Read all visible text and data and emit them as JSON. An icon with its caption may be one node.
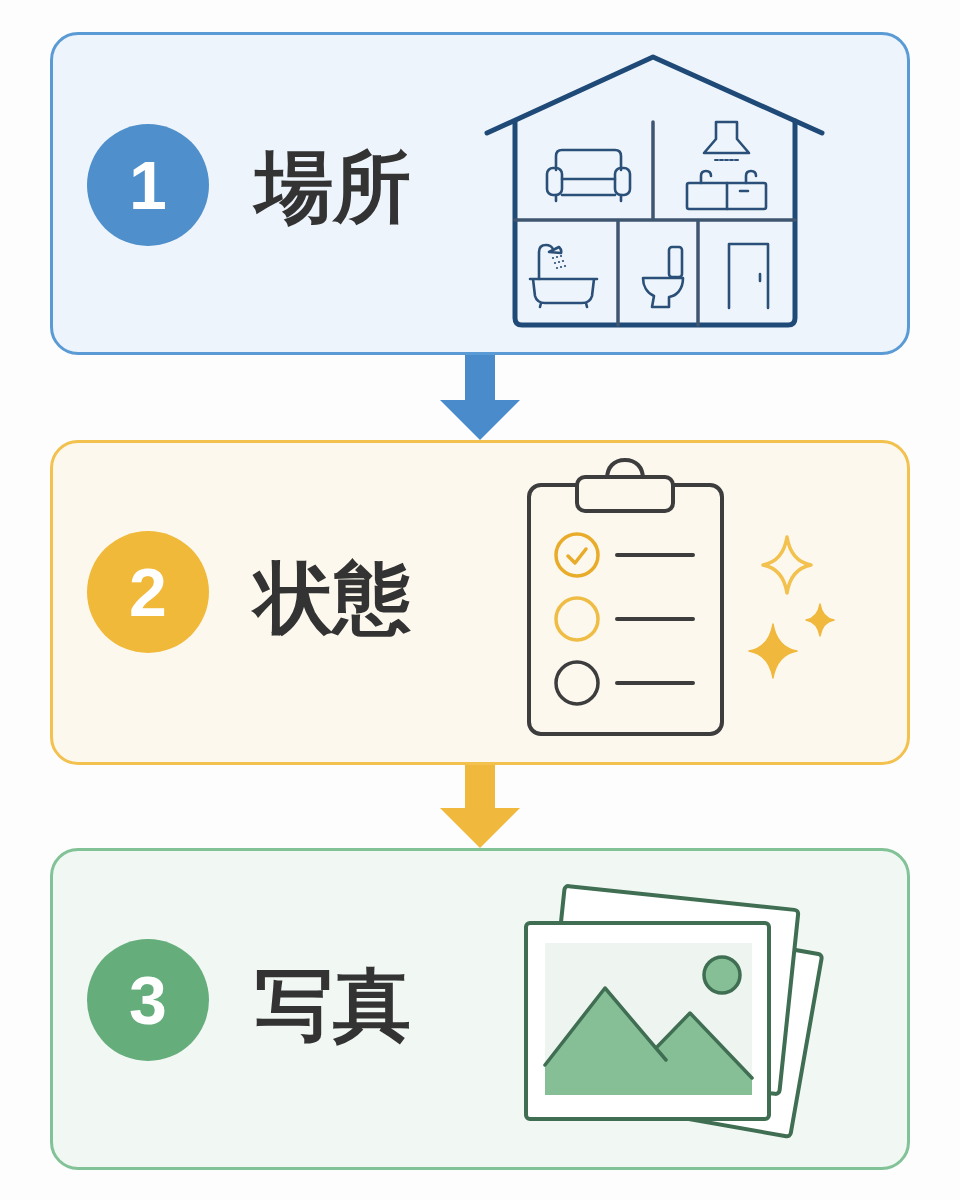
{
  "diagram": {
    "nodes": [
      {
        "text": [
          "場所"
        ]
      },
      {
        "text": [
          "1"
        ],
        "in": 0
      },
      {
        "text": [
          "状態"
        ]
      },
      {
        "text": [
          "2"
        ],
        "in": 2
      },
      {
        "text": [
          "写真"
        ]
      },
      {
        "text": [
          "3"
        ],
        "in": 4
      }
    ],
    "edges": [
      {
        "from": 0,
        "to": 2,
        "arrow": "to",
        "color": "#4a8ccb"
      },
      {
        "from": 2,
        "to": 4,
        "arrow": "to",
        "color": "#f0b83c"
      }
    ]
  }
}
